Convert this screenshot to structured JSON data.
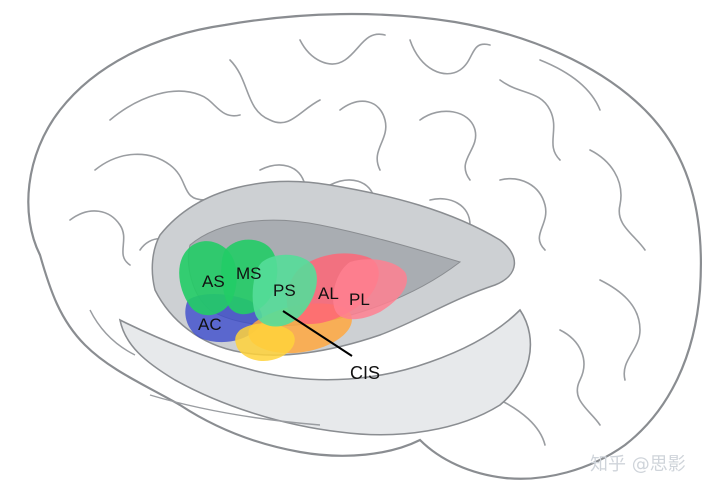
{
  "diagram": {
    "regions": [
      {
        "id": "AS",
        "label": "AS",
        "color": "#22cc66"
      },
      {
        "id": "MS",
        "label": "MS",
        "color": "#22cc66"
      },
      {
        "id": "PS",
        "label": "PS",
        "color": "#55dd99"
      },
      {
        "id": "AC",
        "label": "AC",
        "color": "#3344cc"
      },
      {
        "id": "AL",
        "label": "AL",
        "color": "#ff6677"
      },
      {
        "id": "PL",
        "label": "PL",
        "color": "#ff7788"
      }
    ],
    "pointer_label": "CIS",
    "colors": {
      "brain_fill": "#ffffff",
      "brain_outline": "#8a8d91",
      "sulcus_gray": "#cdd0d3",
      "deep_gray": "#a9adb2",
      "yellow": "#ffd23a",
      "orange": "#ffa840"
    }
  },
  "watermark": "知乎 @思影"
}
